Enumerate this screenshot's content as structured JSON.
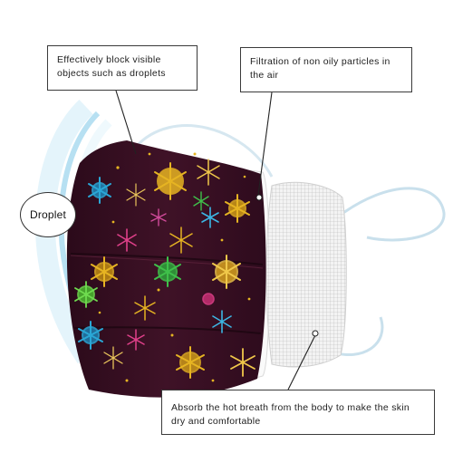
{
  "callouts": {
    "top_left": "Effectively block visible objects such as droplets",
    "top_right": "Filtration of non oily particles in the air",
    "bottom": "Absorb the hot breath from the body to make the skin dry and comfortable"
  },
  "badge": {
    "label": "Droplet"
  },
  "colors": {
    "mask_fabric": "#3a0f24",
    "snowflake_gold": "#e6b422",
    "snowflake_blue": "#2aa7d6",
    "snowflake_green": "#3fc04a",
    "snowflake_pink": "#e0408a",
    "inner_layer": "#f2f2f2",
    "ear_loop": "#cfe3ee",
    "glow": "#bfe6f7"
  },
  "icons": {
    "badge": "droplet-icon",
    "pattern": "snowflake-pattern"
  }
}
